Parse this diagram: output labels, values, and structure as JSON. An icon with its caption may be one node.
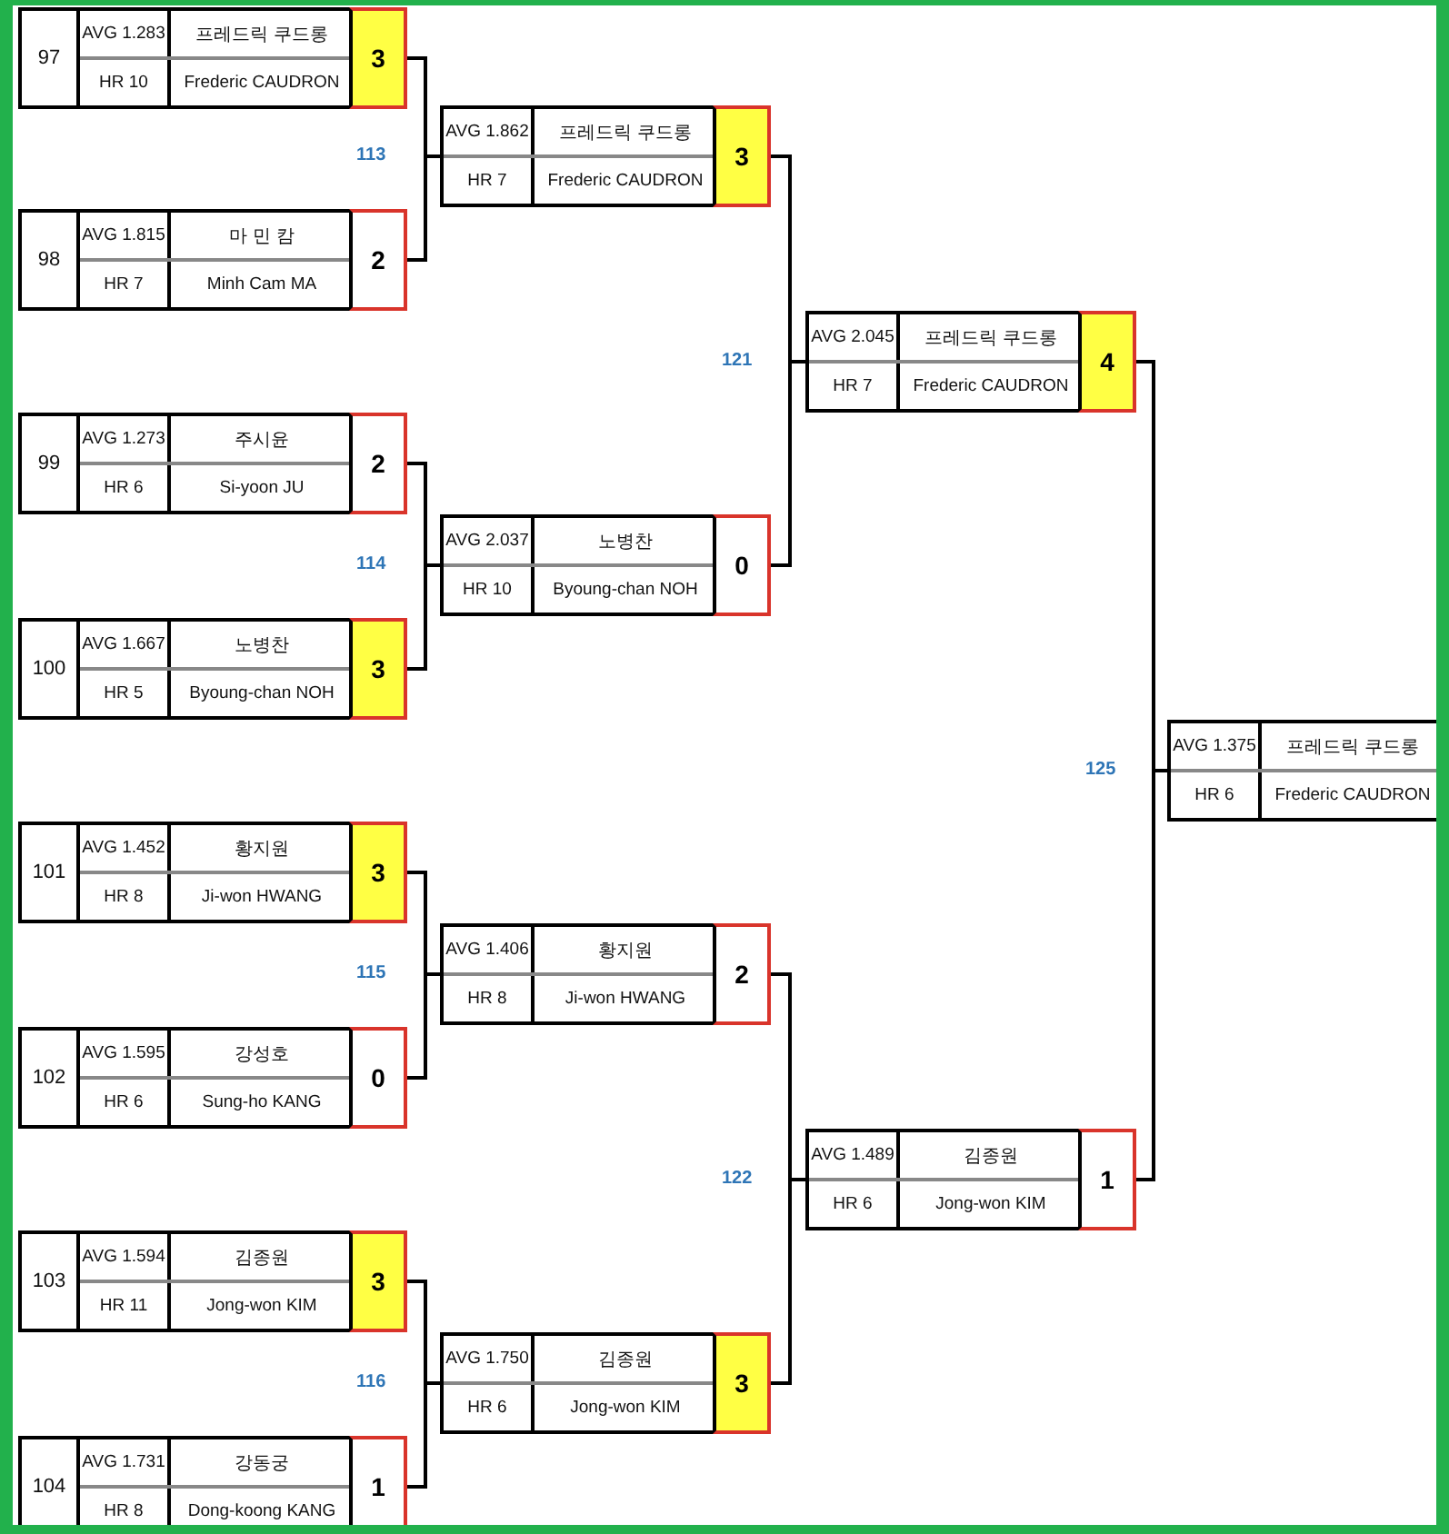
{
  "diagram": {
    "nodes": [
      {
        "text": [
          "97",
          "AVG 1.283",
          "프레드릭 쿠드롱",
          "3",
          "HR 10",
          "Frederic CAUDRON"
        ]
      },
      {
        "text": [
          "98",
          "AVG 1.815",
          "마 민 캄",
          "2",
          "HR 7",
          "Minh Cam MA"
        ]
      },
      {
        "text": [
          "99",
          "AVG 1.273",
          "주시윤",
          "2",
          "HR 6",
          "Si-yoon JU"
        ]
      },
      {
        "text": [
          "100",
          "AVG 1.667",
          "노병찬",
          "3",
          "HR 5",
          "Byoung-chan NOH"
        ]
      },
      {
        "text": [
          "101",
          "AVG 1.452",
          "황지원",
          "3",
          "HR 8",
          "Ji-won HWANG"
        ]
      },
      {
        "text": [
          "102",
          "AVG 1.595",
          "강성호",
          "0",
          "HR 6",
          "Sung-ho KANG"
        ]
      },
      {
        "text": [
          "103",
          "AVG 1.594",
          "김종원",
          "3",
          "HR 11",
          "Jong-won KIM"
        ]
      },
      {
        "text": [
          "104",
          "AVG 1.731",
          "강동궁",
          "1",
          "HR 8",
          "Dong-koong KANG"
        ]
      },
      {
        "text": [
          "AVG 1.862",
          "프레드릭 쿠드롱",
          "3",
          "HR 7",
          "Frederic CAUDRON"
        ]
      },
      {
        "text": [
          "AVG 2.037",
          "노병찬",
          "0",
          "HR 10",
          "Byoung-chan NOH"
        ]
      },
      {
        "text": [
          "AVG 1.406",
          "황지원",
          "2",
          "HR 8",
          "Ji-won HWANG"
        ]
      },
      {
        "text": [
          "AVG 1.750",
          "김종원",
          "3",
          "HR 6",
          "Jong-won KIM"
        ]
      },
      {
        "text": [
          "AVG 2.045",
          "프레드릭 쿠드롱",
          "4",
          "HR 7",
          "Frederic CAUDRON"
        ]
      },
      {
        "text": [
          "AVG 1.489",
          "김종원",
          "1",
          "HR 6",
          "Jong-won KIM"
        ]
      },
      {
        "text": [
          "AVG 1.375",
          "프레드릭 쿠드롱",
          "HR 6",
          "Frederic CAUDRON"
        ]
      }
    ],
    "edges": [
      {
        "from": 0,
        "to": 8,
        "arrow": "none"
      },
      {
        "from": 1,
        "to": 8,
        "arrow": "none"
      },
      {
        "from": 2,
        "to": 9,
        "arrow": "none"
      },
      {
        "from": 3,
        "to": 9,
        "arrow": "none"
      },
      {
        "from": 4,
        "to": 10,
        "arrow": "none"
      },
      {
        "from": 5,
        "to": 10,
        "arrow": "none"
      },
      {
        "from": 6,
        "to": 11,
        "arrow": "none"
      },
      {
        "from": 7,
        "to": 11,
        "arrow": "none"
      },
      {
        "from": 8,
        "to": 12,
        "arrow": "none"
      },
      {
        "from": 9,
        "to": 12,
        "arrow": "none"
      },
      {
        "from": 10,
        "to": 13,
        "arrow": "none"
      },
      {
        "from": 11,
        "to": 13,
        "arrow": "none"
      },
      {
        "from": 12,
        "to": 14,
        "arrow": "none"
      },
      {
        "from": 13,
        "to": 14,
        "arrow": "none"
      }
    ],
    "labels": [
      "113",
      "114",
      "115",
      "116",
      "121",
      "122",
      "125"
    ]
  }
}
